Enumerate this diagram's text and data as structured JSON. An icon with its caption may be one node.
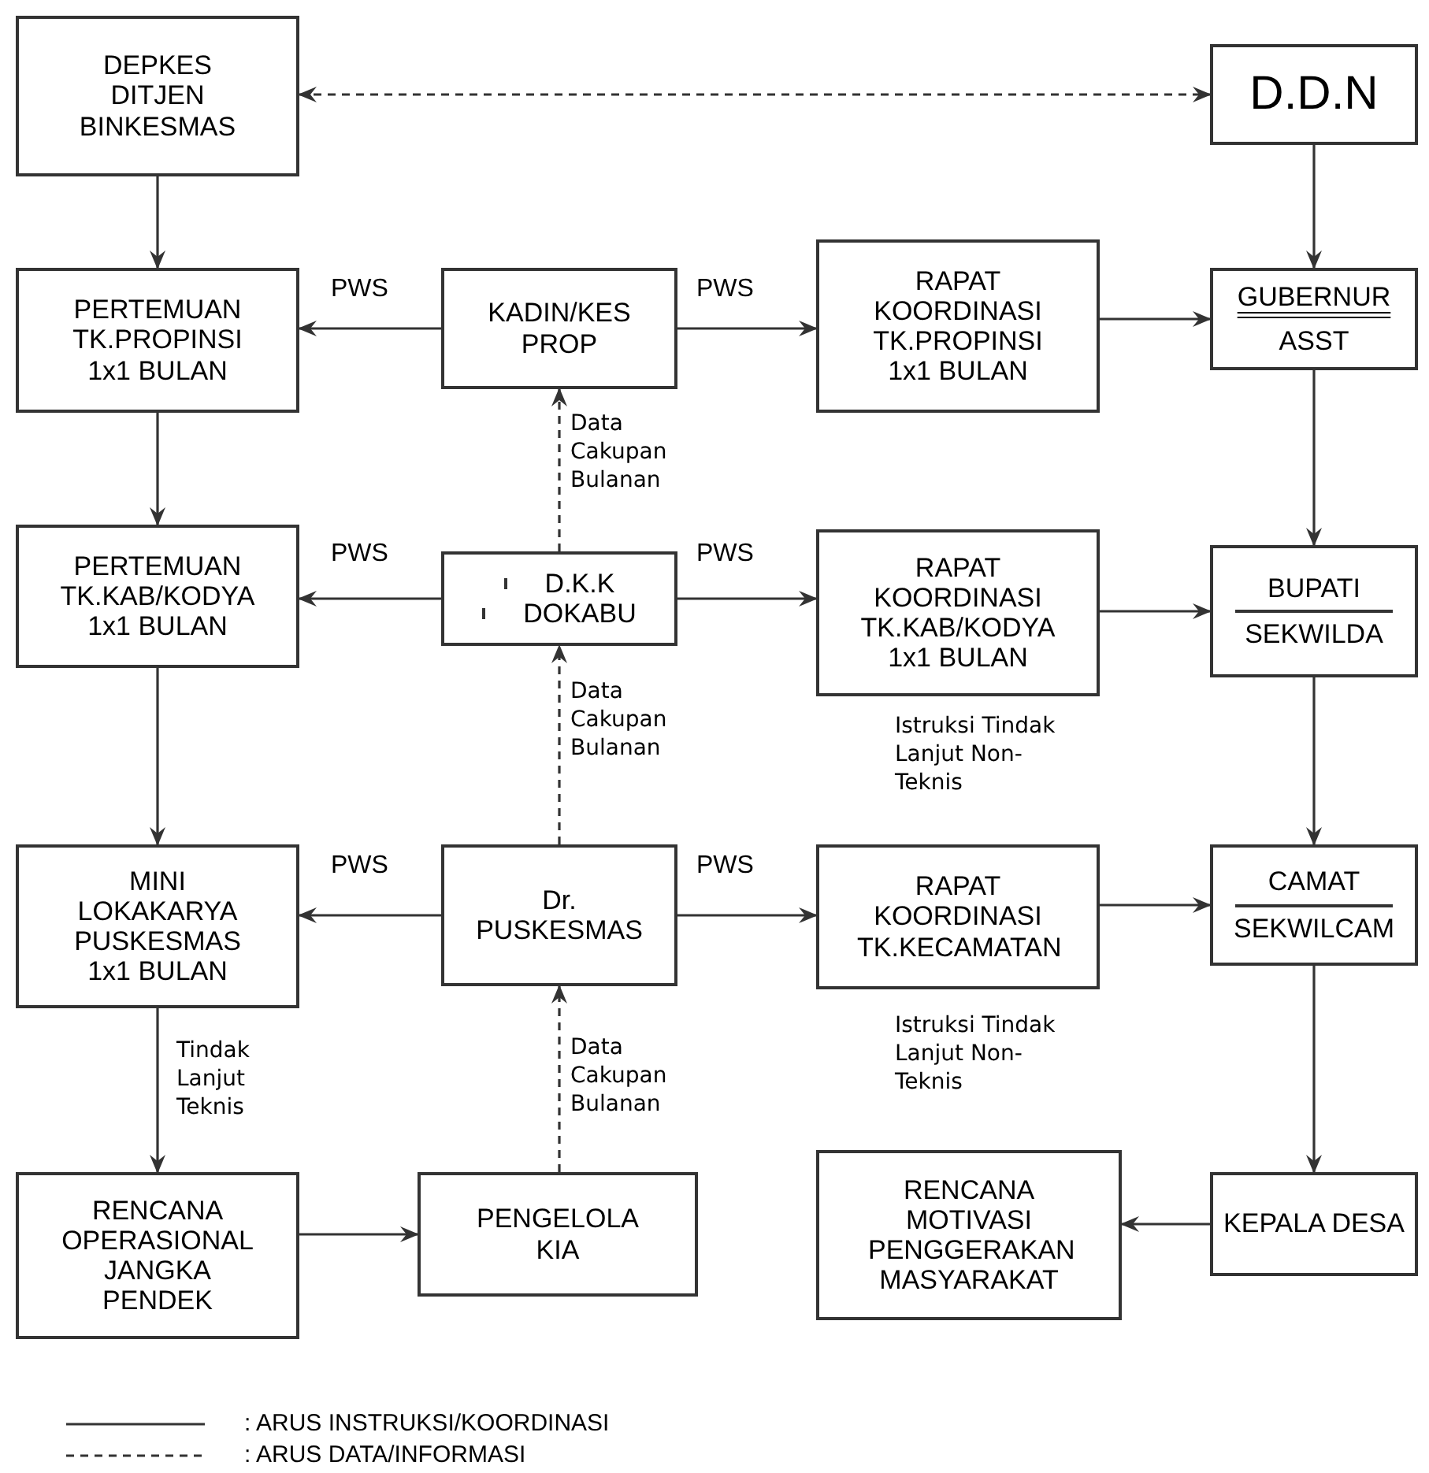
{
  "diagram": {
    "nodes": [
      {
        "text": [
          "DEPKES DITJEN BINKESMAS"
        ]
      },
      {
        "text": [
          "D.D.N"
        ]
      },
      {
        "text": [
          "PERTEMUAN TK.PROPINSI 1x1 BULAN"
        ]
      },
      {
        "text": [
          "KADIN/KES PROP"
        ]
      },
      {
        "text": [
          "RAPAT KOORDINASI TK.PROPINSI 1x1 BULAN"
        ]
      },
      {
        "text": [
          "GUBERNUR",
          "ASST"
        ]
      },
      {
        "text": [
          "PERTEMUAN TK.KAB/KODYA 1x1 BULAN"
        ]
      },
      {
        "text": [
          "D.K.K",
          "DOKABU"
        ]
      },
      {
        "text": [
          "RAPAT KOORDINASI TK.KAB/KODYA 1x1 BULAN"
        ]
      },
      {
        "text": [
          "BUPATI",
          "SEKWILDA"
        ]
      },
      {
        "text": [
          "MINI LOKAKARYA PUSKESMAS 1x1 BULAN"
        ]
      },
      {
        "text": [
          "Dr. PUSKESMAS"
        ]
      },
      {
        "text": [
          "RAPAT KOORDINASI TK.KECAMATAN"
        ]
      },
      {
        "text": [
          "CAMAT",
          "SEKWILCAM"
        ]
      },
      {
        "text": [
          "RENCANA OPERASIONAL JANGKA PENDEK"
        ]
      },
      {
        "text": [
          "PENGELOLA KIA"
        ]
      },
      {
        "text": [
          "RENCANA MOTIVASI PENGGERAKAN MASYARAKAT"
        ]
      },
      {
        "text": [
          "KEPALA DESA"
        ]
      }
    ],
    "edges": [
      {
        "from": 0,
        "to": 1,
        "arrow": "both",
        "style": "dashed"
      },
      {
        "from": 0,
        "to": 2,
        "arrow": "to"
      },
      {
        "from": 1,
        "to": 5,
        "arrow": "to"
      },
      {
        "from": 3,
        "to": 2,
        "arrow": "to",
        "label": "PWS"
      },
      {
        "from": 3,
        "to": 4,
        "arrow": "to",
        "label": "PWS"
      },
      {
        "from": 4,
        "to": 5,
        "arrow": "to"
      },
      {
        "from": 2,
        "to": 6,
        "arrow": "to"
      },
      {
        "from": 7,
        "to": 3,
        "arrow": "to",
        "style": "dashed",
        "label": "Data Cakupan Bulanan"
      },
      {
        "from": 5,
        "to": 9,
        "arrow": "to"
      },
      {
        "from": 7,
        "to": 6,
        "arrow": "to",
        "label": "PWS"
      },
      {
        "from": 7,
        "to": 8,
        "arrow": "to",
        "label": "PWS"
      },
      {
        "from": 8,
        "to": 9,
        "arrow": "to"
      },
      {
        "from": 6,
        "to": 10,
        "arrow": "to"
      },
      {
        "from": 11,
        "to": 7,
        "arrow": "to",
        "style": "dashed",
        "label": "Data Cakupan Bulanan"
      },
      {
        "from": 9,
        "to": 13,
        "arrow": "to"
      },
      {
        "from": 11,
        "to": 10,
        "arrow": "to",
        "label": "PWS"
      },
      {
        "from": 11,
        "to": 12,
        "arrow": "to",
        "label": "PWS"
      },
      {
        "from": 12,
        "to": 13,
        "arrow": "to"
      },
      {
        "from": 10,
        "to": 14,
        "arrow": "to",
        "label": "Tindak Lanjut Teknis"
      },
      {
        "from": 15,
        "to": 11,
        "arrow": "to",
        "style": "dashed",
        "label": "Data Cakupan Bulanan"
      },
      {
        "from": 13,
        "to": 17,
        "arrow": "to"
      },
      {
        "from": 14,
        "to": 15,
        "arrow": "to"
      },
      {
        "from": 17,
        "to": 16,
        "arrow": "to"
      }
    ],
    "labels": [
      "Istruksi Tindak Lanjut Non-Teknis",
      "Istruksi Tindak Lanjut Non-Teknis"
    ],
    "legend": [
      {
        "text": ": ARUS INSTRUKSI/KOORDINASI"
      },
      {
        "text": ": ARUS DATA/INFORMASI"
      }
    ]
  }
}
